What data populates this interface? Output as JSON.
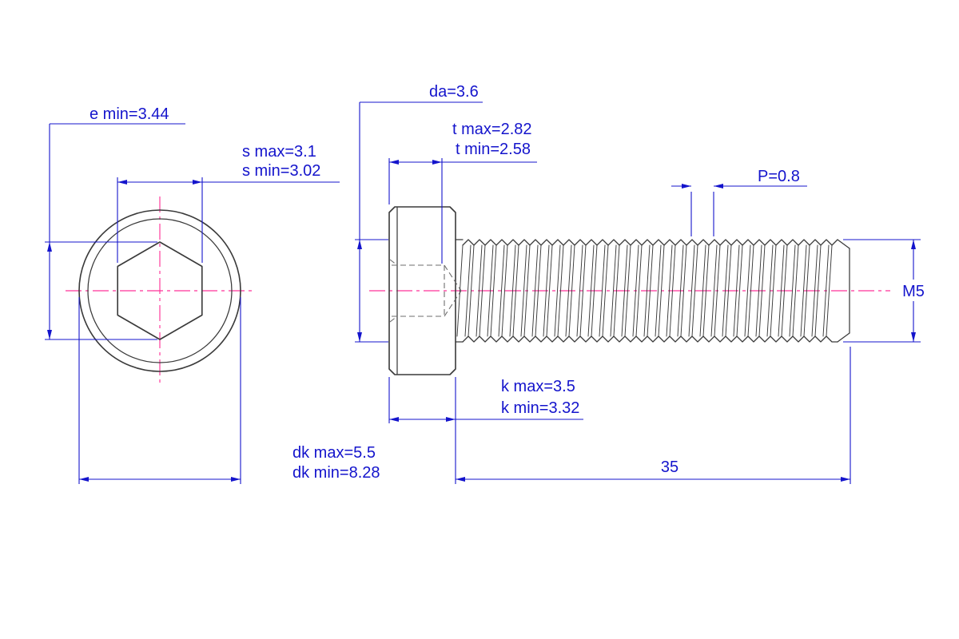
{
  "colors": {
    "dimension": "#1414cc",
    "centerline": "#ff3399",
    "object": "#3a3a3a"
  },
  "dimensions": {
    "e_min": "e min=3.44",
    "s_max": "s max=3.1",
    "s_min": "s min=3.02",
    "da": "da=3.6",
    "t_max": "t max=2.82",
    "t_min": "t min=2.58",
    "pitch": "P=0.8",
    "thread": "M5",
    "k_max": "k max=3.5",
    "k_min": "k min=3.32",
    "dk_max": "dk max=5.5",
    "dk_min": "dk min=8.28",
    "length": "35"
  }
}
